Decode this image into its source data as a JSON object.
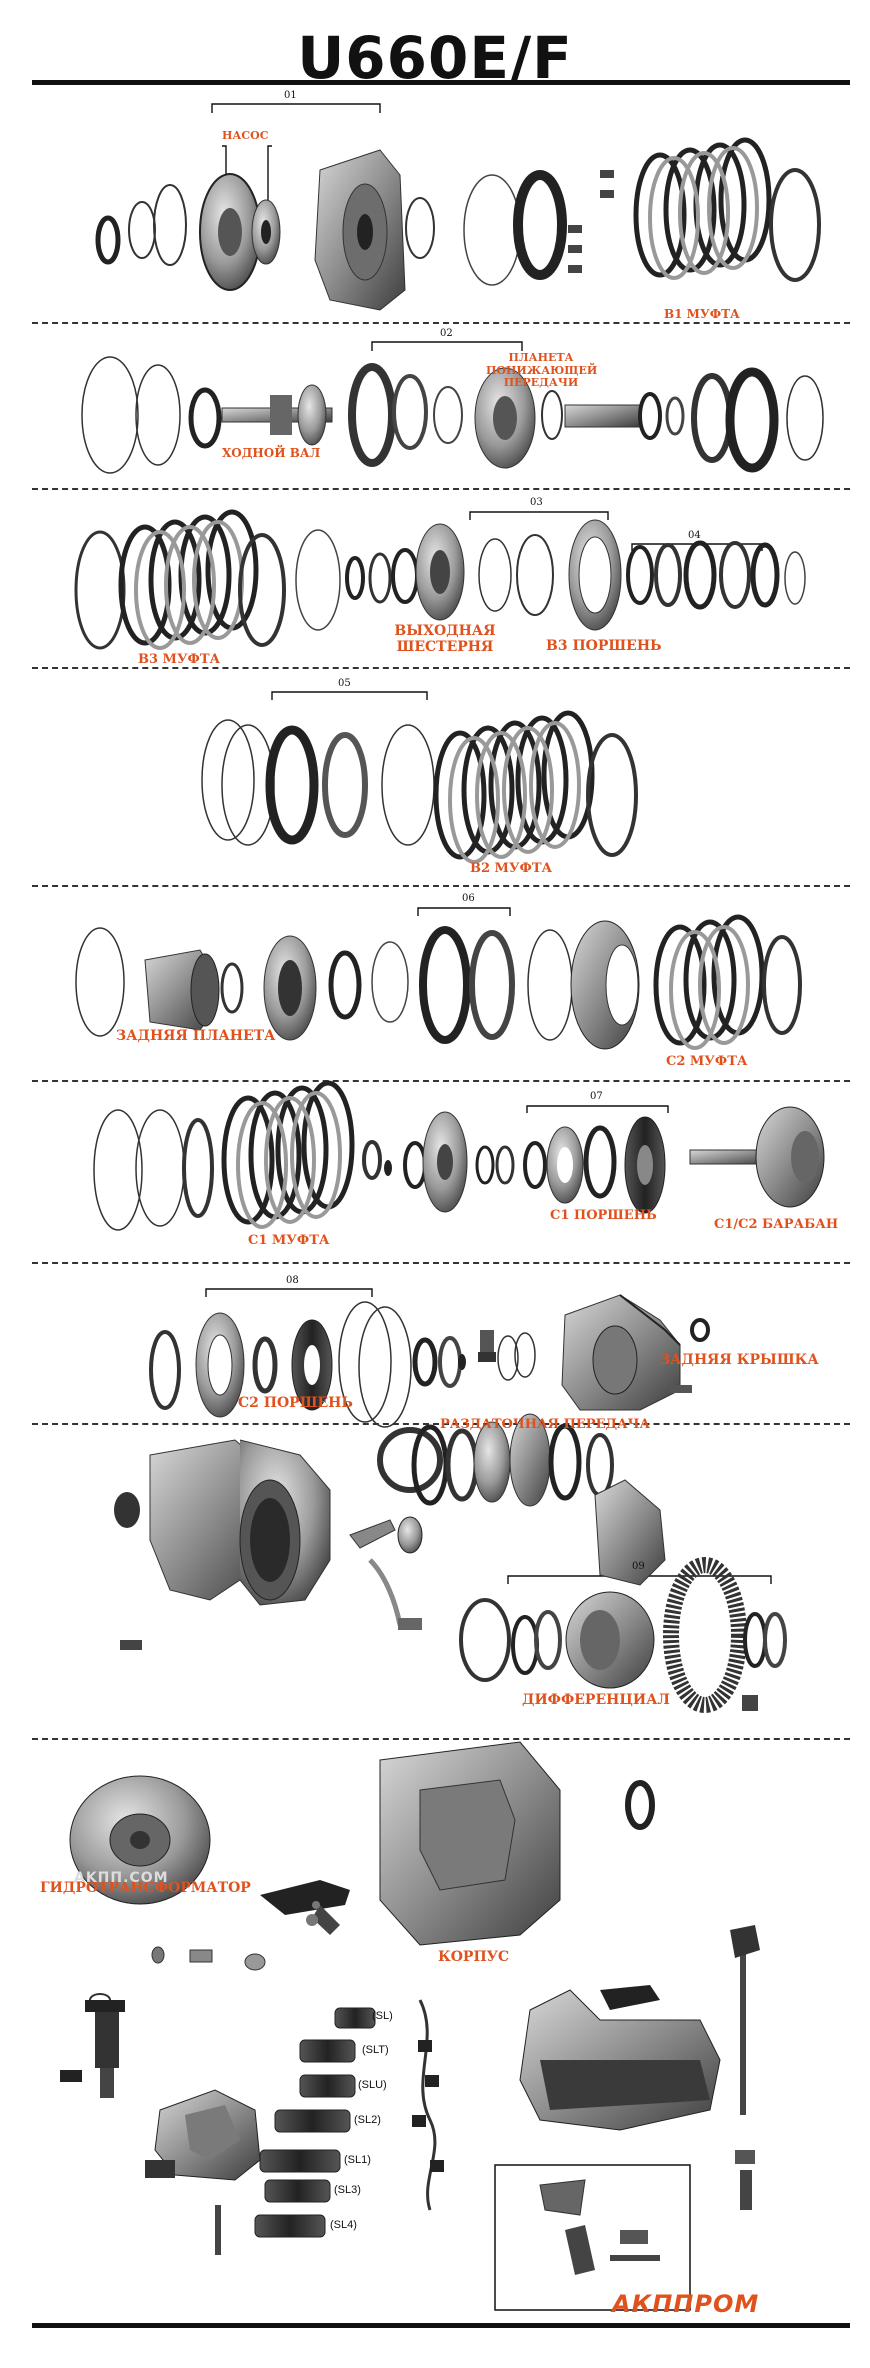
{
  "title": "U660E/F",
  "groups": [
    "01",
    "02",
    "03",
    "04",
    "05",
    "06",
    "07",
    "08",
    "09"
  ],
  "labels": {
    "pump": "НАСОС",
    "b1_clutch": "B1 МУФТА",
    "planet_line1": "ПЛАНЕТА",
    "planet_line2": "ПОНИЖАЮЩЕЙ",
    "planet_line3": "ПЕРЕДАЧИ",
    "input_shaft": "ХОДНОЙ ВАЛ",
    "b3_clutch": "B3 МУФТА",
    "output_gear_line1": "ВЫХОДНАЯ",
    "output_gear_line2": "ШЕСТЕРНЯ",
    "b3_piston": "B3 ПОРШЕНЬ",
    "b2_clutch": "B2 МУФТА",
    "rear_planet": "ЗАДНЯЯ ПЛАНЕТА",
    "c2_clutch": "C2 МУФТА",
    "c1_clutch": "C1 МУФТА",
    "c1_piston": "C1 ПОРШЕНЬ",
    "c1c2_drum": "C1/C2 БАРАБАН",
    "c2_piston": "C2 ПОРШЕНЬ",
    "rear_cover": "ЗАДНЯЯ КРЫШКА",
    "transfer_gear": "РАЗДАТОЧНАЯ ПЕРЕДАЧА",
    "differential": "ДИФФЕРЕНЦИАЛ",
    "torque_converter": "ГИДРОТРАНСФОРМАТОР",
    "case": "КОРПУС"
  },
  "solenoids": [
    "(SL)",
    "(SLT)",
    "(SLU)",
    "(SL2)",
    "(SL1)",
    "(SL3)",
    "(SL4)"
  ],
  "watermark": "AKПП.COM",
  "brand": "AКППРОМ",
  "colors": {
    "accent": "#e0521d",
    "ink": "#111111",
    "metal": "#8a8a8a"
  }
}
